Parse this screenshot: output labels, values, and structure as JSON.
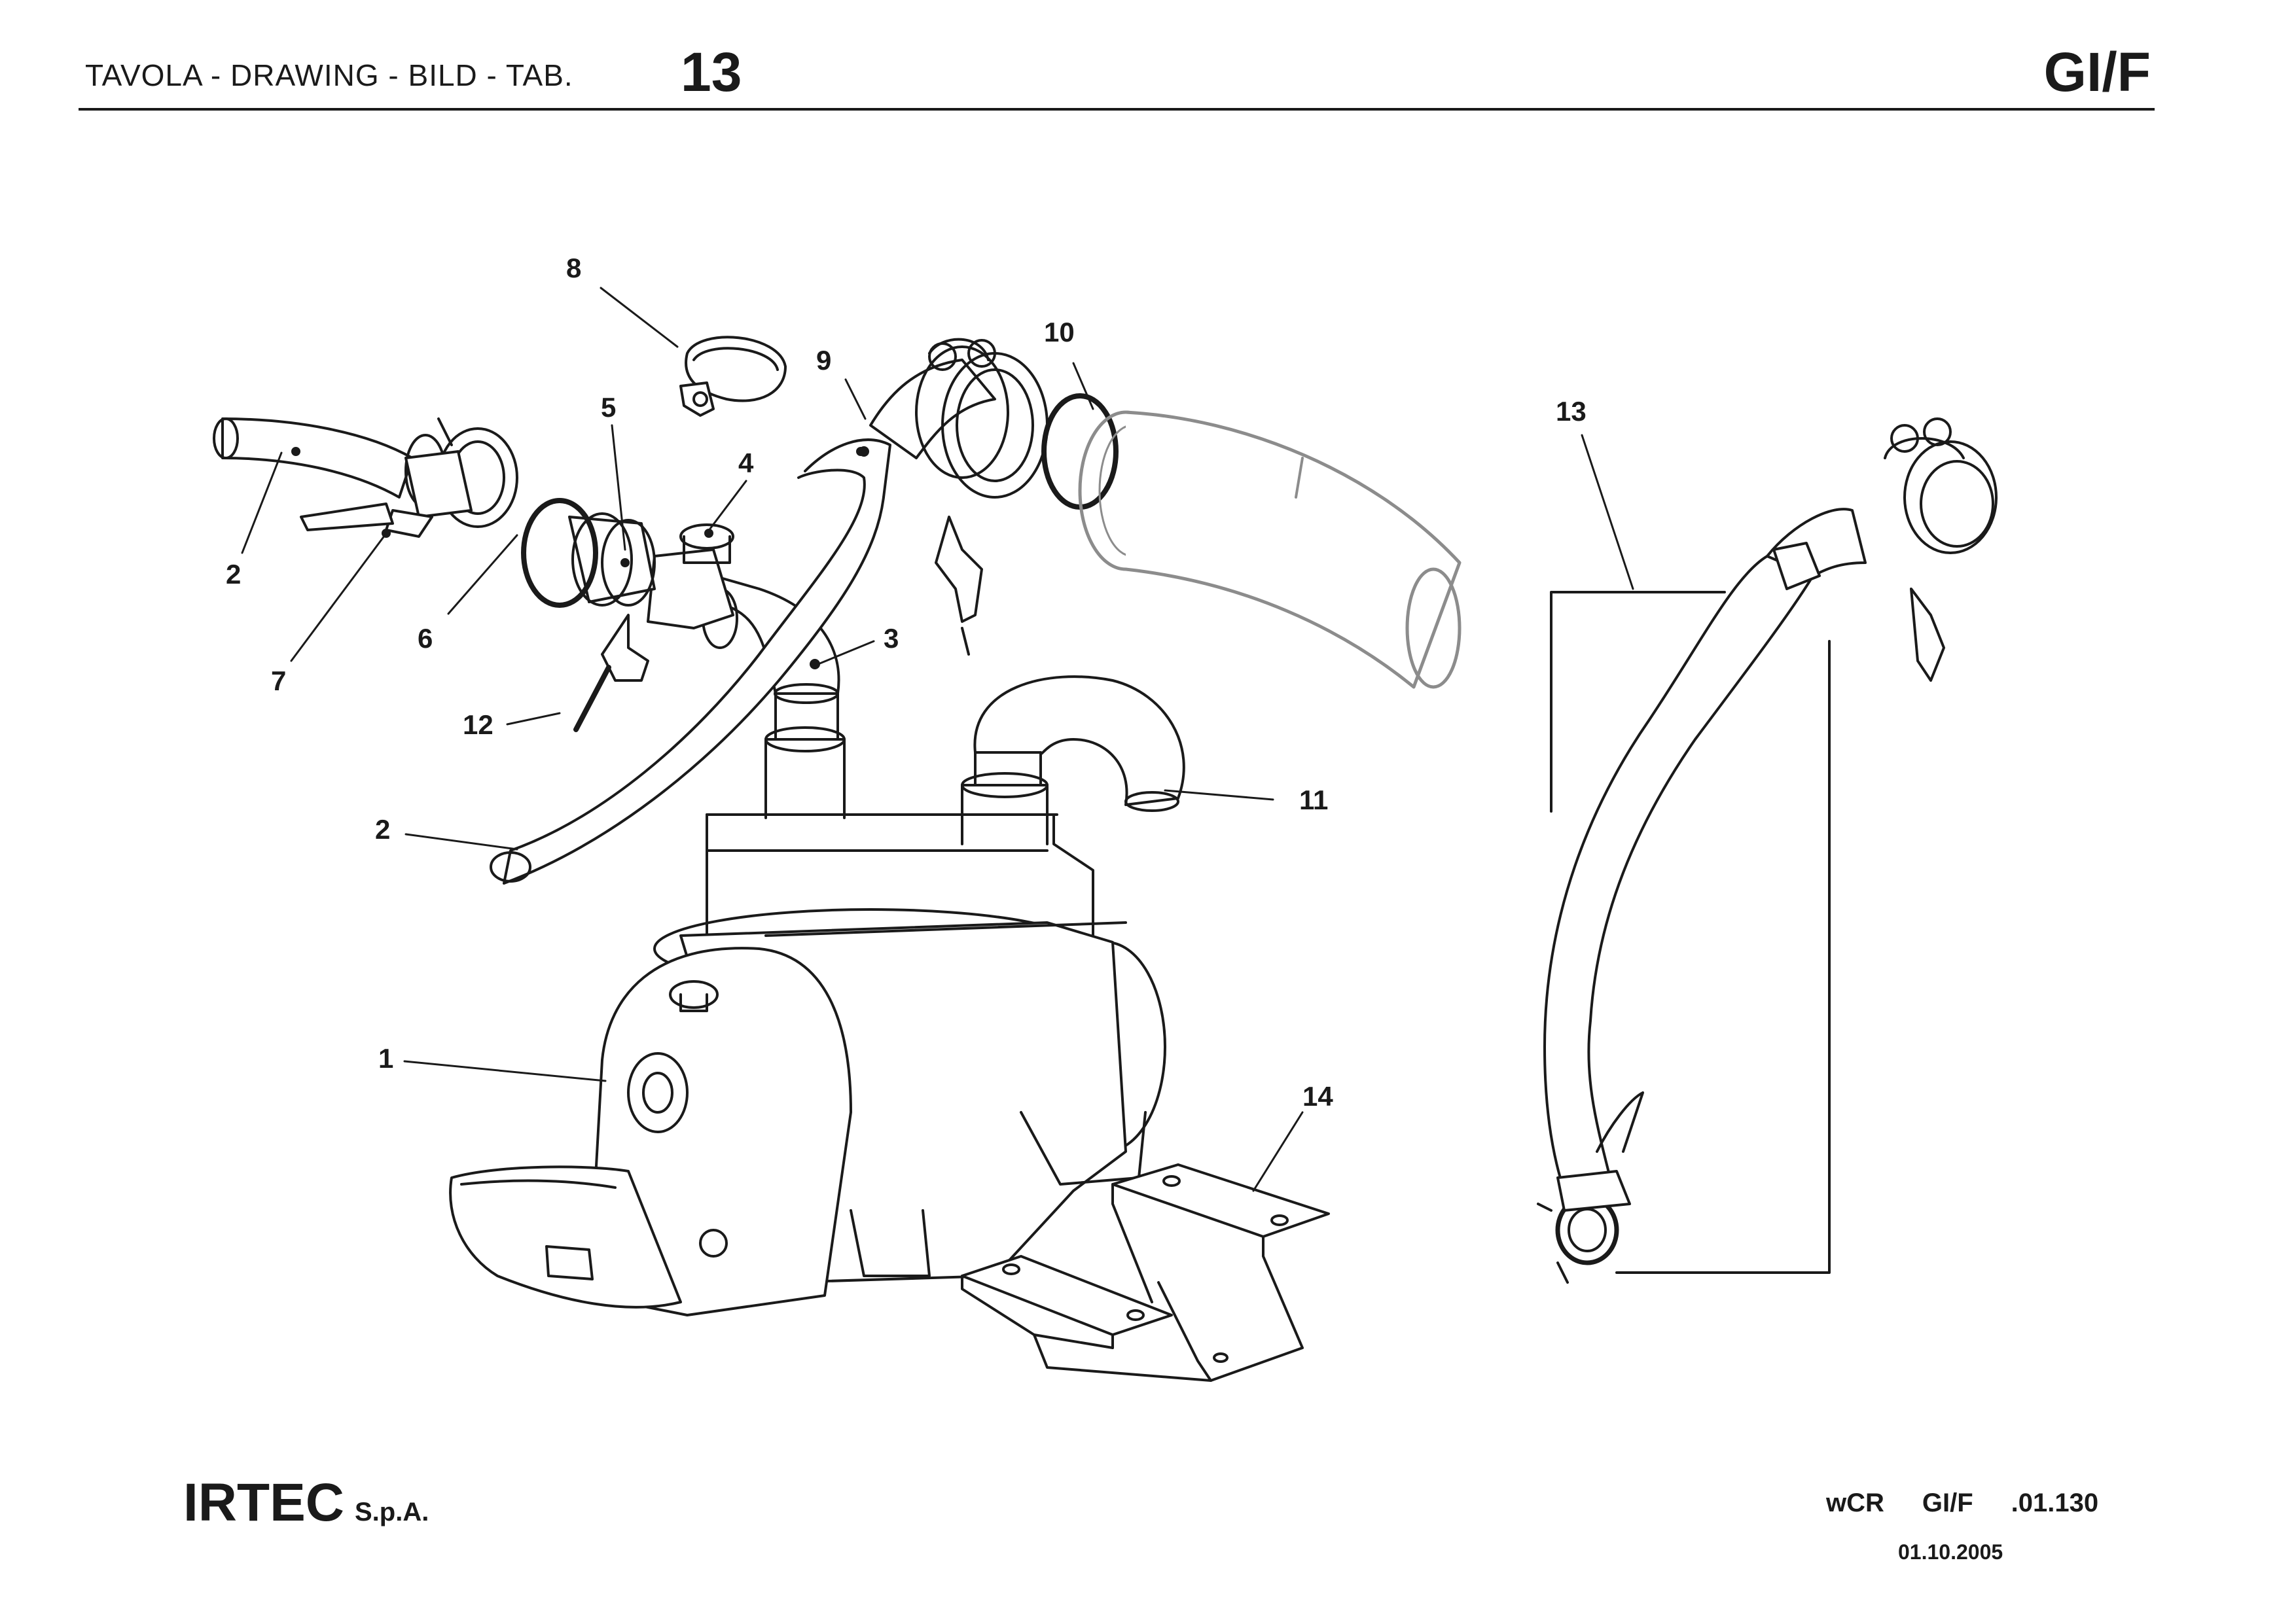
{
  "header": {
    "title": "TAVOLA - DRAWING - BILD - TAB.",
    "table_number": "13",
    "model_code": "GI/F"
  },
  "callouts": [
    "8",
    "9",
    "10",
    "5",
    "4",
    "2",
    "6",
    "7",
    "3",
    "12",
    "2",
    "11",
    "1",
    "13",
    "14"
  ],
  "footer": {
    "company": "IRTEC",
    "company_suffix": "S.p.A.",
    "doc_code_parts": [
      "wCR",
      "GI/F",
      ".01.130"
    ],
    "date": "01.10.2005"
  },
  "colors": {
    "ink": "#1a1a1a",
    "hose": "#b8b8b8",
    "background": "#ffffff"
  }
}
